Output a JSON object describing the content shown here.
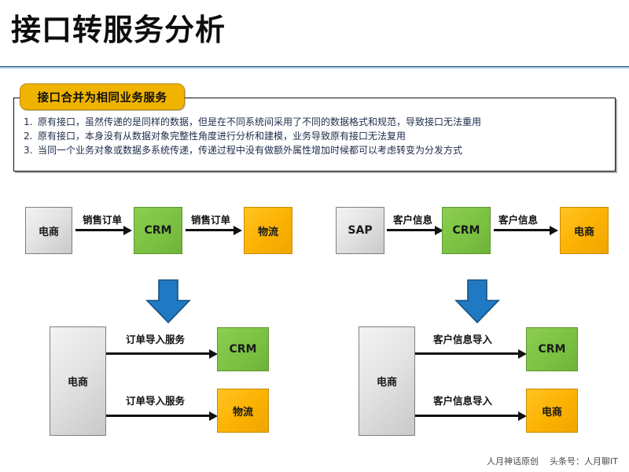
{
  "slide": {
    "title": "接口转服务分析",
    "badge": "接口合并为相同业务服务",
    "bullets": [
      {
        "num": "1.",
        "text": "原有接口，虽然传递的是同样的数据，但是在不同系统间采用了不同的数据格式和规范，导致接口无法重用"
      },
      {
        "num": "2.",
        "text": "原有接口，本身没有从数据对象完整性角度进行分析和建模，业务导致原有接口无法复用"
      },
      {
        "num": "3.",
        "text": "当同一个业务对象或数据多系统传递，传递过程中没有做额外属性增加时候都可以考虑转变为分发方式"
      }
    ]
  },
  "diagrams": {
    "top_left": {
      "nodes": [
        {
          "label": "电商",
          "style": "gray"
        },
        {
          "label": "CRM",
          "style": "green"
        },
        {
          "label": "物流",
          "style": "orange"
        }
      ],
      "arrow_labels": [
        "销售订单",
        "销售订单"
      ]
    },
    "top_right": {
      "nodes": [
        {
          "label": "SAP",
          "style": "gray"
        },
        {
          "label": "CRM",
          "style": "green"
        },
        {
          "label": "电商",
          "style": "orange"
        }
      ],
      "arrow_labels": [
        "客户信息",
        "客户信息"
      ]
    },
    "bottom_left": {
      "source": {
        "label": "电商",
        "style": "gray"
      },
      "targets": [
        {
          "label": "CRM",
          "style": "green"
        },
        {
          "label": "物流",
          "style": "orange"
        }
      ],
      "arrow_labels": [
        "订单导入服务",
        "订单导入服务"
      ]
    },
    "bottom_right": {
      "source": {
        "label": "电商",
        "style": "gray"
      },
      "targets": [
        {
          "label": "CRM",
          "style": "green"
        },
        {
          "label": "电商",
          "style": "orange"
        }
      ],
      "arrow_labels": [
        "客户信息导入",
        "客户信息导入"
      ]
    },
    "transform_arrow_icon": "down-arrow-icon"
  },
  "footer": {
    "origin": "人月神话原创",
    "channel": "头条号：人月聊IT"
  },
  "colors": {
    "green": "#7cc242",
    "orange": "#fbb100",
    "gray": "#e3e3e3",
    "blue_arrow": "#2079c3",
    "badge_yellow": "#f0b400",
    "rule_blue": "#2e5f8a"
  }
}
